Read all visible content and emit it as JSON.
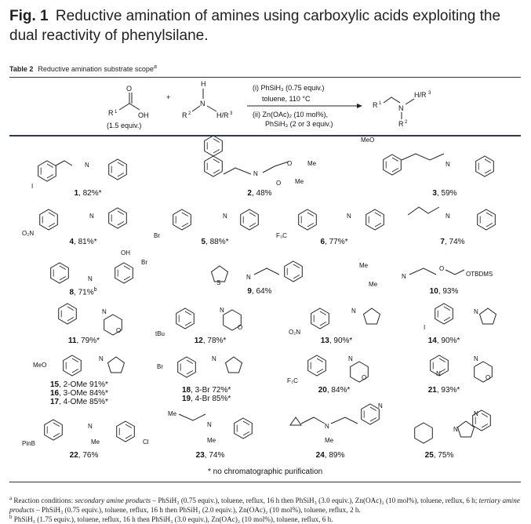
{
  "figure": {
    "label": "Fig. 1",
    "title": "Reductive amination of amines using carboxylic acids exploiting the dual reactivity of phenylsilane."
  },
  "table": {
    "label": "Table 2",
    "caption": "Reductive amination substrate scope",
    "caption_mark": "a"
  },
  "reaction": {
    "acid_r": "R",
    "acid_oh": "OH",
    "acid_o": "O",
    "acid_equiv": "(1.5 equiv.)",
    "amine_r2": "R",
    "amine_r3": "H/R",
    "amine_h": "H",
    "amine_n": "N",
    "plus": "+",
    "cond1": "(i) PhSiH₃ (0.75 equiv.)",
    "cond2": "toluene, 110 °C",
    "cond3": "(ii) Zn(OAc)₂ (10 mol%),",
    "cond4": "PhSiH₃ (2 or 3 equiv.)",
    "product_r1": "R",
    "product_r2": "R",
    "product_r3": "H/R",
    "product_n": "N"
  },
  "entries": [
    {
      "num": "1",
      "result": ", 82%*"
    },
    {
      "num": "2",
      "result": ", 48%"
    },
    {
      "num": "3",
      "result": ", 59%"
    },
    {
      "num": "4",
      "result": ", 81%*"
    },
    {
      "num": "5",
      "result": ", 88%*"
    },
    {
      "num": "6",
      "result": ", 77%*"
    },
    {
      "num": "7",
      "result": ", 74%"
    },
    {
      "num": "8",
      "result": ", 71%",
      "mark": "b"
    },
    {
      "num": "9",
      "result": ", 64%"
    },
    {
      "num": "10",
      "result": ", 93%"
    },
    {
      "num": "11",
      "result": ", 79%*"
    },
    {
      "num": "12",
      "result": ", 78%*"
    },
    {
      "num": "13",
      "result": ", 90%*"
    },
    {
      "num": "14",
      "result": ", 90%*"
    },
    {
      "num": "15",
      "result": ", 2-OMe 91%*"
    },
    {
      "num": "16",
      "result": ", 3-OMe 84%*"
    },
    {
      "num": "17",
      "result": ", 4-OMe 85%*"
    },
    {
      "num": "18",
      "result": ", 3-Br 72%*"
    },
    {
      "num": "19",
      "result": ", 4-Br 85%*"
    },
    {
      "num": "20",
      "result": ", 84%*"
    },
    {
      "num": "21",
      "result": ", 93%*"
    },
    {
      "num": "22",
      "result": ", 76%"
    },
    {
      "num": "23",
      "result": ", 74%"
    },
    {
      "num": "24",
      "result": ", 89%"
    },
    {
      "num": "25",
      "result": ", 75%"
    }
  ],
  "atoms": {
    "h": "H",
    "n": "N",
    "o": "O",
    "oh": "OH",
    "br": "Br",
    "i": "I",
    "cl": "Cl",
    "me": "Me",
    "meo": "MeO",
    "o2n": "O₂N",
    "f3c": "F₃C",
    "tbu": "tBu",
    "pinb": "PinB",
    "s": "S",
    "otbdms": "OTBDMS"
  },
  "purification_note": "* no chromatographic purification",
  "footnotes": {
    "a_mark": "a",
    "a_lead": "Reaction conditions: ",
    "a_sec_label": "secondary amine products",
    "a_sec_text": " – PhSiH₃ (0.75 equiv.), toluene, reflux, 16 h then PhSiH₃ (3.0 equiv.), Zn(OAc)₂ (10 mol%), toluene, reflux, 6 h; ",
    "a_tert_label": "tertiary amine products",
    "a_tert_text": " – PhSiH₃ (0.75 equiv.), toluene, reflux, 16 h then PhSiH₃ (2.0 equiv.), Zn(OAc)₂ (10 mol%), toluene, reflux, 2 h.",
    "b_mark": "b",
    "b_text": " PhSiH₃ (1.75 equiv.), toluene, reflux, 16 h then PhSiH₃ (3.0 equiv.), Zn(OAc)₂ (10 mol%), toluene, reflux, 6 h."
  }
}
